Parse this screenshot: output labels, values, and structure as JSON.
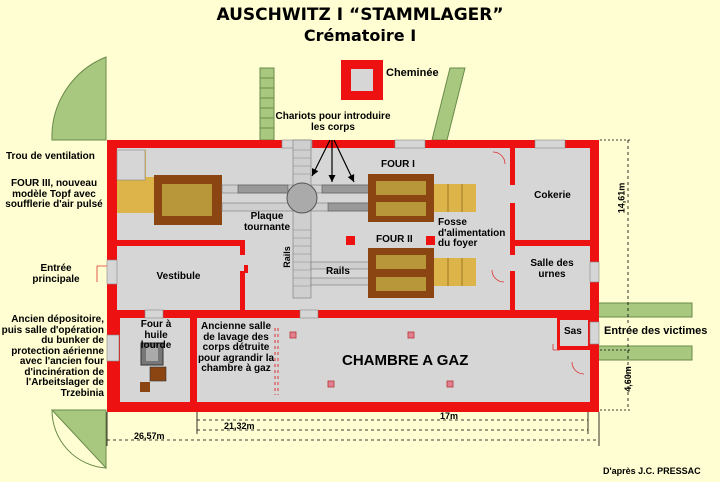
{
  "title": "AUSCHWITZ I  “STAMMLAGER”",
  "subtitle": "Crématoire I",
  "credit": "D'après J.C. PRESSAC",
  "colors": {
    "background": "#fffed2",
    "walls": "#ee1111",
    "rooms": "#d6d6d6",
    "ovens": "#8b4513",
    "coke_bins": "#dcb44a",
    "banks": "#a8c880"
  },
  "labels": {
    "chimney": "Cheminée",
    "chariots": "Chariots pour introduire les corps",
    "vent": "Trou de ventilation",
    "four3": "FOUR III, nouveau modèle Topf avec soufflerie d'air pulsé",
    "entree_principale": "Entrée principale",
    "ancien_depositoire": "Ancien dépositoire, puis salle d'opération du bunker de protection aérienne avec l'ancien four d'incinération de l'Arbeitslager de Trzebinia",
    "four1": "FOUR I",
    "four2": "FOUR II",
    "plaque": "Plaque tournante",
    "rails_v": "Rails",
    "rails_h": "Rails",
    "fosse": "Fosse d'alimentation du foyer",
    "cokerie": "Cokerie",
    "vestibule": "Vestibule",
    "urnes": "Salle des urnes",
    "four_huile": "Four à huile lourde",
    "salle_lavage": "Ancienne salle de lavage des corps détruite pour agrandir la chambre à gaz",
    "chambre": "CHAMBRE  A  GAZ",
    "sas": "Sas",
    "entree_victimes": "Entrée des victimes"
  },
  "dimensions": {
    "d1461": "14,61m",
    "d460": "4,60m",
    "d17": "17m",
    "d2132": "21,32m",
    "d2657": "26,57m"
  }
}
